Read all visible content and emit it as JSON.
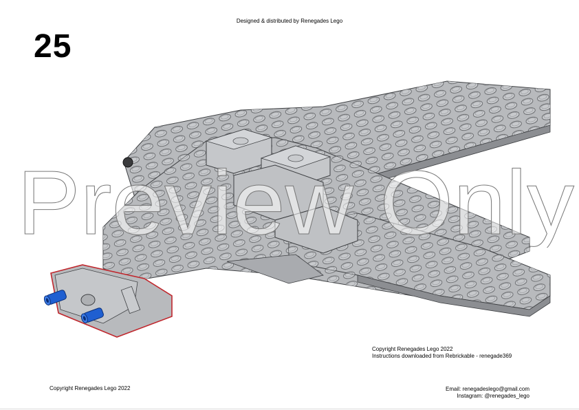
{
  "header": {
    "designer_line": "Designed & distributed by Renegades Lego"
  },
  "step": {
    "number": "25"
  },
  "watermark": {
    "text": "Preview Only"
  },
  "model_credit": {
    "copyright": "Copyright Renegades Lego 2022",
    "download_note": "Instructions downloaded from Rebrickable - renegade369"
  },
  "footer": {
    "copyright": "Copyright Renegades Lego 2022",
    "email": "Email: renegadeslego@gmail.com",
    "instagram": "Instagram: @renegades_lego"
  },
  "colors": {
    "brick_grey": "#b8babd",
    "brick_dark": "#6f7175",
    "highlight_red": "#c0272d",
    "pin_blue": "#1f5fd1"
  }
}
